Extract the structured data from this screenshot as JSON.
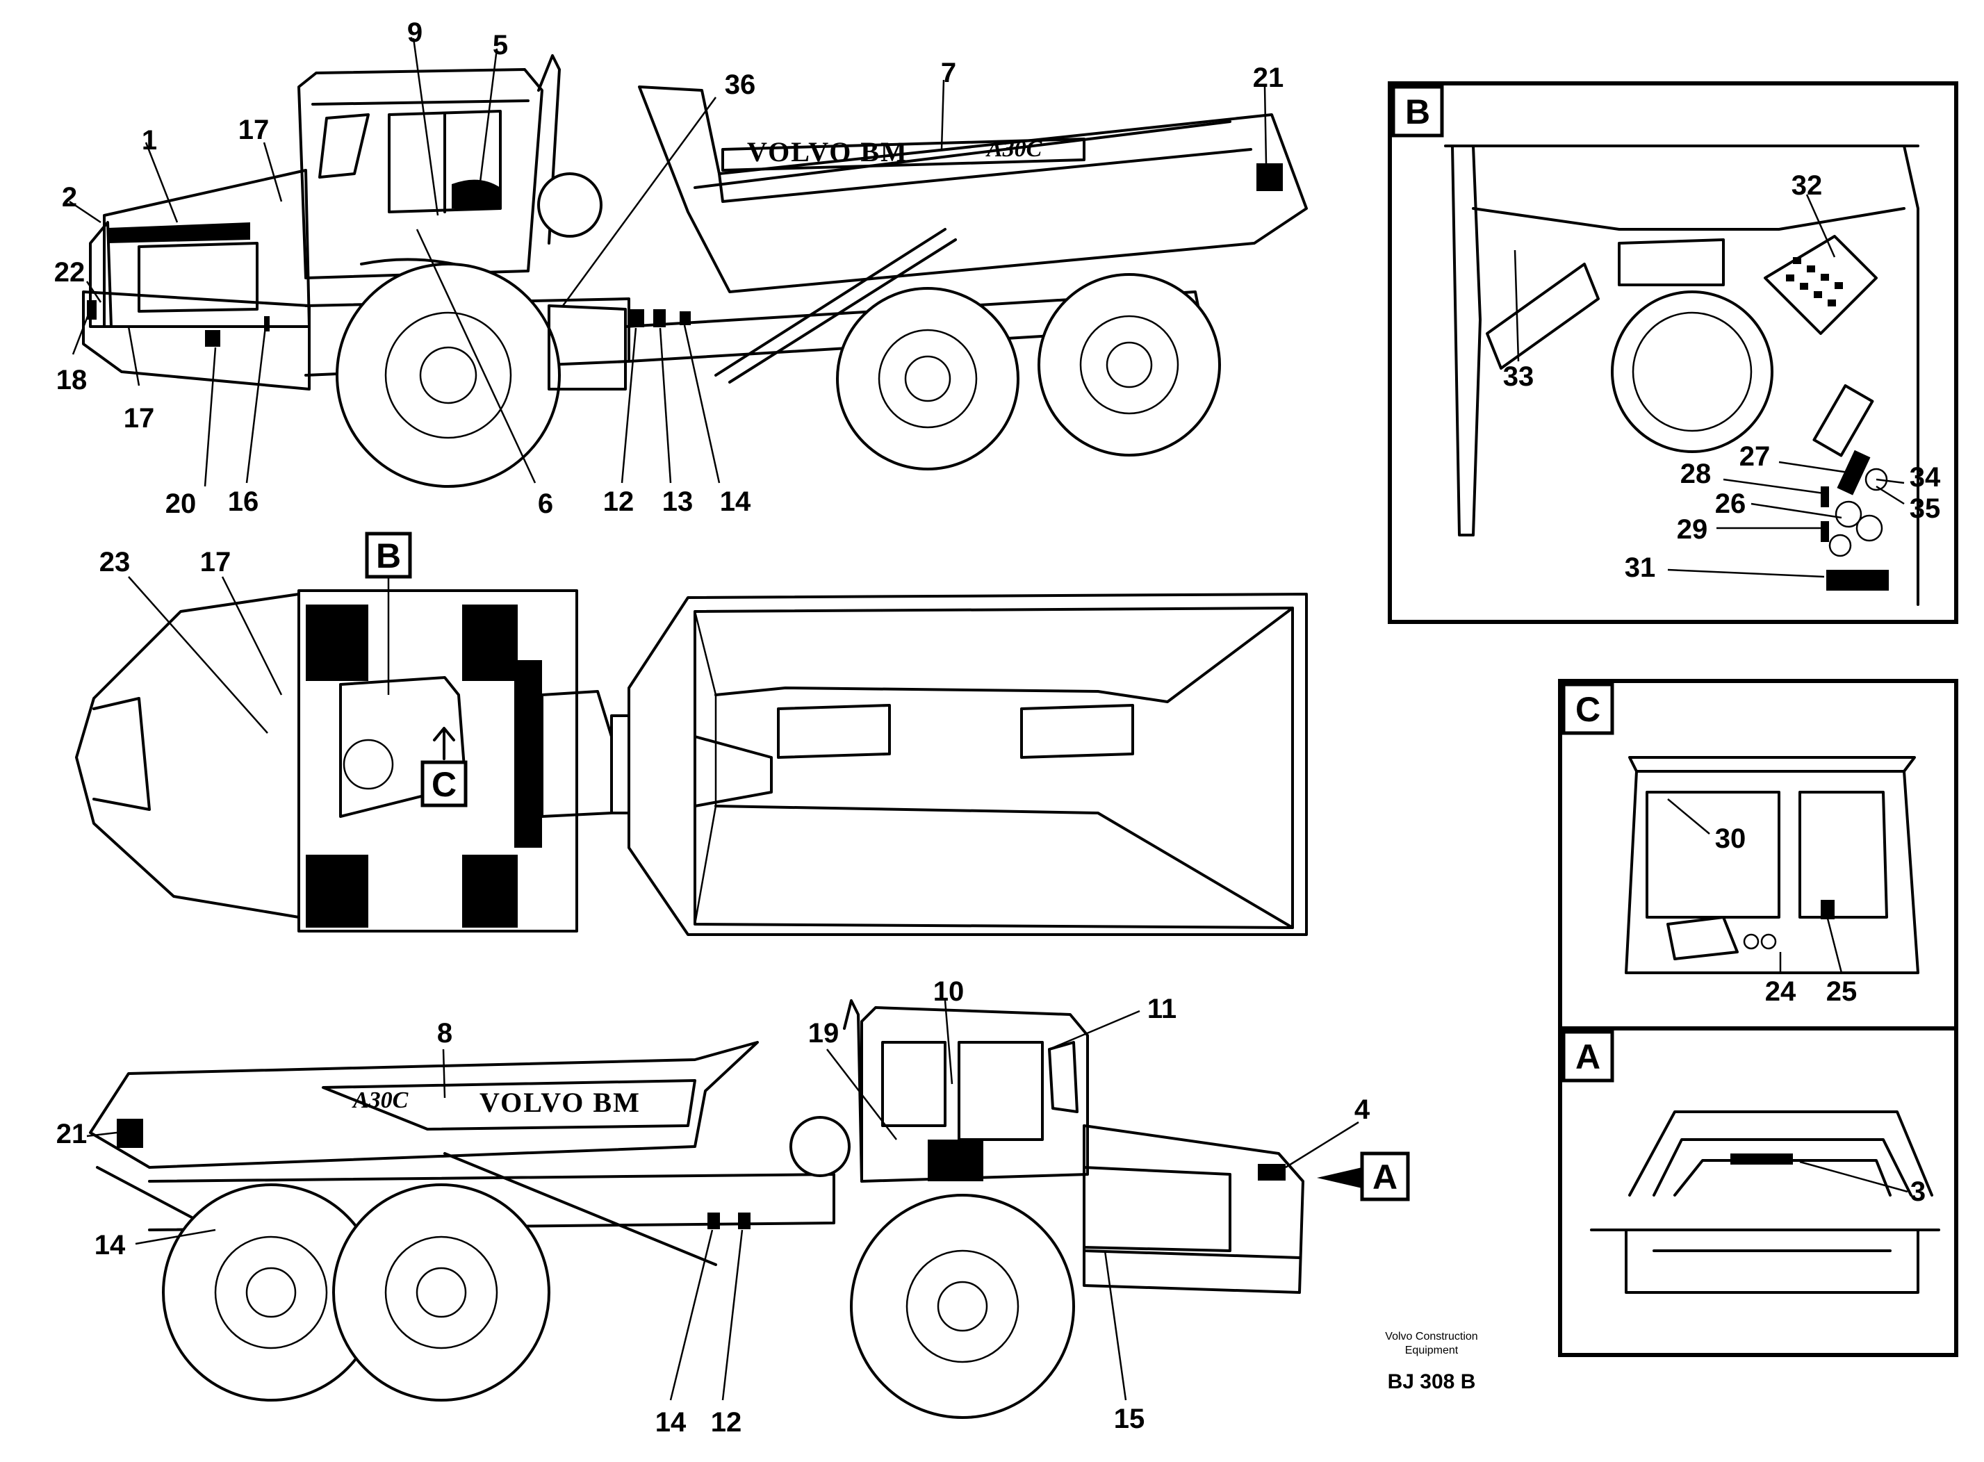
{
  "brand_text": "VOLVO BM",
  "model_text": "A30C",
  "panels": {
    "B": "B",
    "C": "C",
    "A": "A"
  },
  "top_view_refs": {
    "B": "B",
    "C": "C"
  },
  "side_view_ref_A": "A",
  "credit": {
    "line1": "Volvo Construction",
    "line2": "Equipment",
    "doc": "BJ 308 B"
  },
  "callouts": {
    "c1": "1",
    "c2": "2",
    "c3": "3",
    "c4": "4",
    "c5": "5",
    "c6": "6",
    "c7": "7",
    "c8": "8",
    "c9": "9",
    "c10": "10",
    "c11": "11",
    "c12a": "12",
    "c12b": "12",
    "c13": "13",
    "c14a": "14",
    "c14b": "14",
    "c14c": "14",
    "c15": "15",
    "c16": "16",
    "c17a": "17",
    "c17b": "17",
    "c17c": "17",
    "c18": "18",
    "c19": "19",
    "c20": "20",
    "c21a": "21",
    "c21b": "21",
    "c22": "22",
    "c23": "23",
    "c24": "24",
    "c25": "25",
    "c26": "26",
    "c27": "27",
    "c28": "28",
    "c29": "29",
    "c30": "30",
    "c31": "31",
    "c32": "32",
    "c33": "33",
    "c34": "34",
    "c35": "35",
    "c36": "36"
  }
}
